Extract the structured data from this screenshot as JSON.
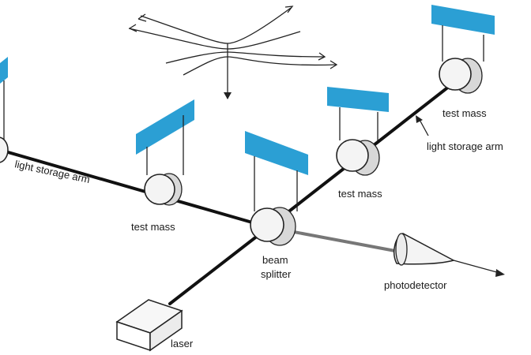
{
  "labels": {
    "test_mass_upper_right": "test mass",
    "light_storage_arm_right": "light storage arm",
    "test_mass_right": "test mass",
    "light_storage_arm_left": "light storage arm",
    "test_mass_left": "test mass",
    "beam_splitter_line1": "beam",
    "beam_splitter_line2": "splitter",
    "photodetector": "photodetector",
    "laser": "laser"
  },
  "colors": {
    "panel": "#2b9fd4",
    "beam": "#111111",
    "output_beam": "#777777"
  },
  "icons": [
    "gravitational-wave-icon",
    "arrow-down-icon"
  ]
}
